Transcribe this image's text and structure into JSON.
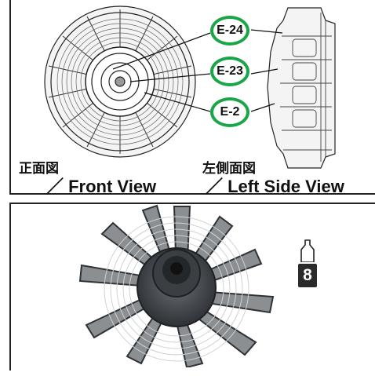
{
  "top_panel": {
    "callouts": [
      "E-24",
      "E-23",
      "E-2"
    ],
    "front_label_jp": "正面図",
    "front_label_en": "／ Front View",
    "side_label_jp": "左側面図",
    "side_label_en": "／ Left Side View"
  },
  "bottom_panel": {
    "paint_number": "8",
    "paint_icon": "paint-bottle-icon"
  },
  "colors": {
    "callout_ring": "#1aa648",
    "border": "#222222",
    "engine_dark": "#3b3f44"
  }
}
